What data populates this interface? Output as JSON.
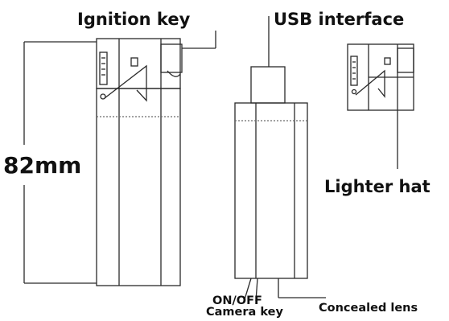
{
  "labels": {
    "ignition_key": "Ignition key",
    "usb_interface": "USB interface",
    "lighter_hat": "Lighter hat",
    "dimension": "82mm",
    "on_off": "ON/OFF",
    "camera_key": "Camera key",
    "concealed_lens": "Concealed lens"
  },
  "colors": {
    "line": "#2a2a2a",
    "faint_line": "#6b6b6b",
    "text": "#111111"
  }
}
